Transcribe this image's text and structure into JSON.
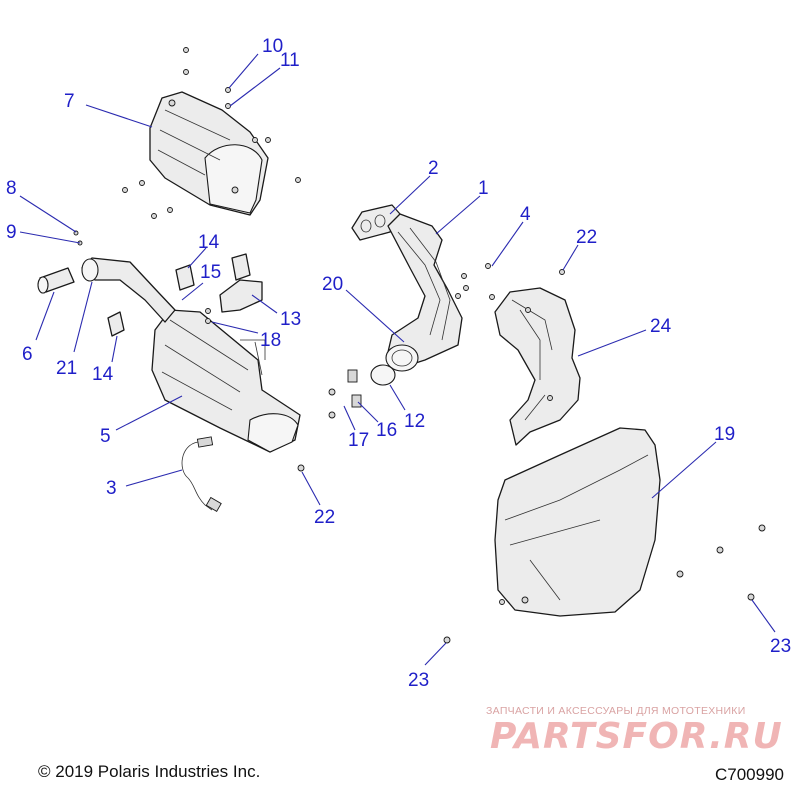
{
  "callouts": [
    "10",
    "11",
    "7",
    "8",
    "9",
    "2",
    "1",
    "4",
    "22",
    "14",
    "15",
    "20",
    "13",
    "6",
    "21",
    "14",
    "18",
    "24",
    "5",
    "12",
    "17",
    "16",
    "19",
    "3",
    "22",
    "23",
    "23"
  ],
  "footer": {
    "copyright": "© 2019 Polaris Industries Inc.",
    "drawing_number": "C700990"
  },
  "watermark": {
    "tagline": "ЗАПЧАСТИ И АКСЕССУАРЫ ДЛЯ МОТОТЕХНИКИ",
    "logo": "PARTSFOR.RU"
  }
}
